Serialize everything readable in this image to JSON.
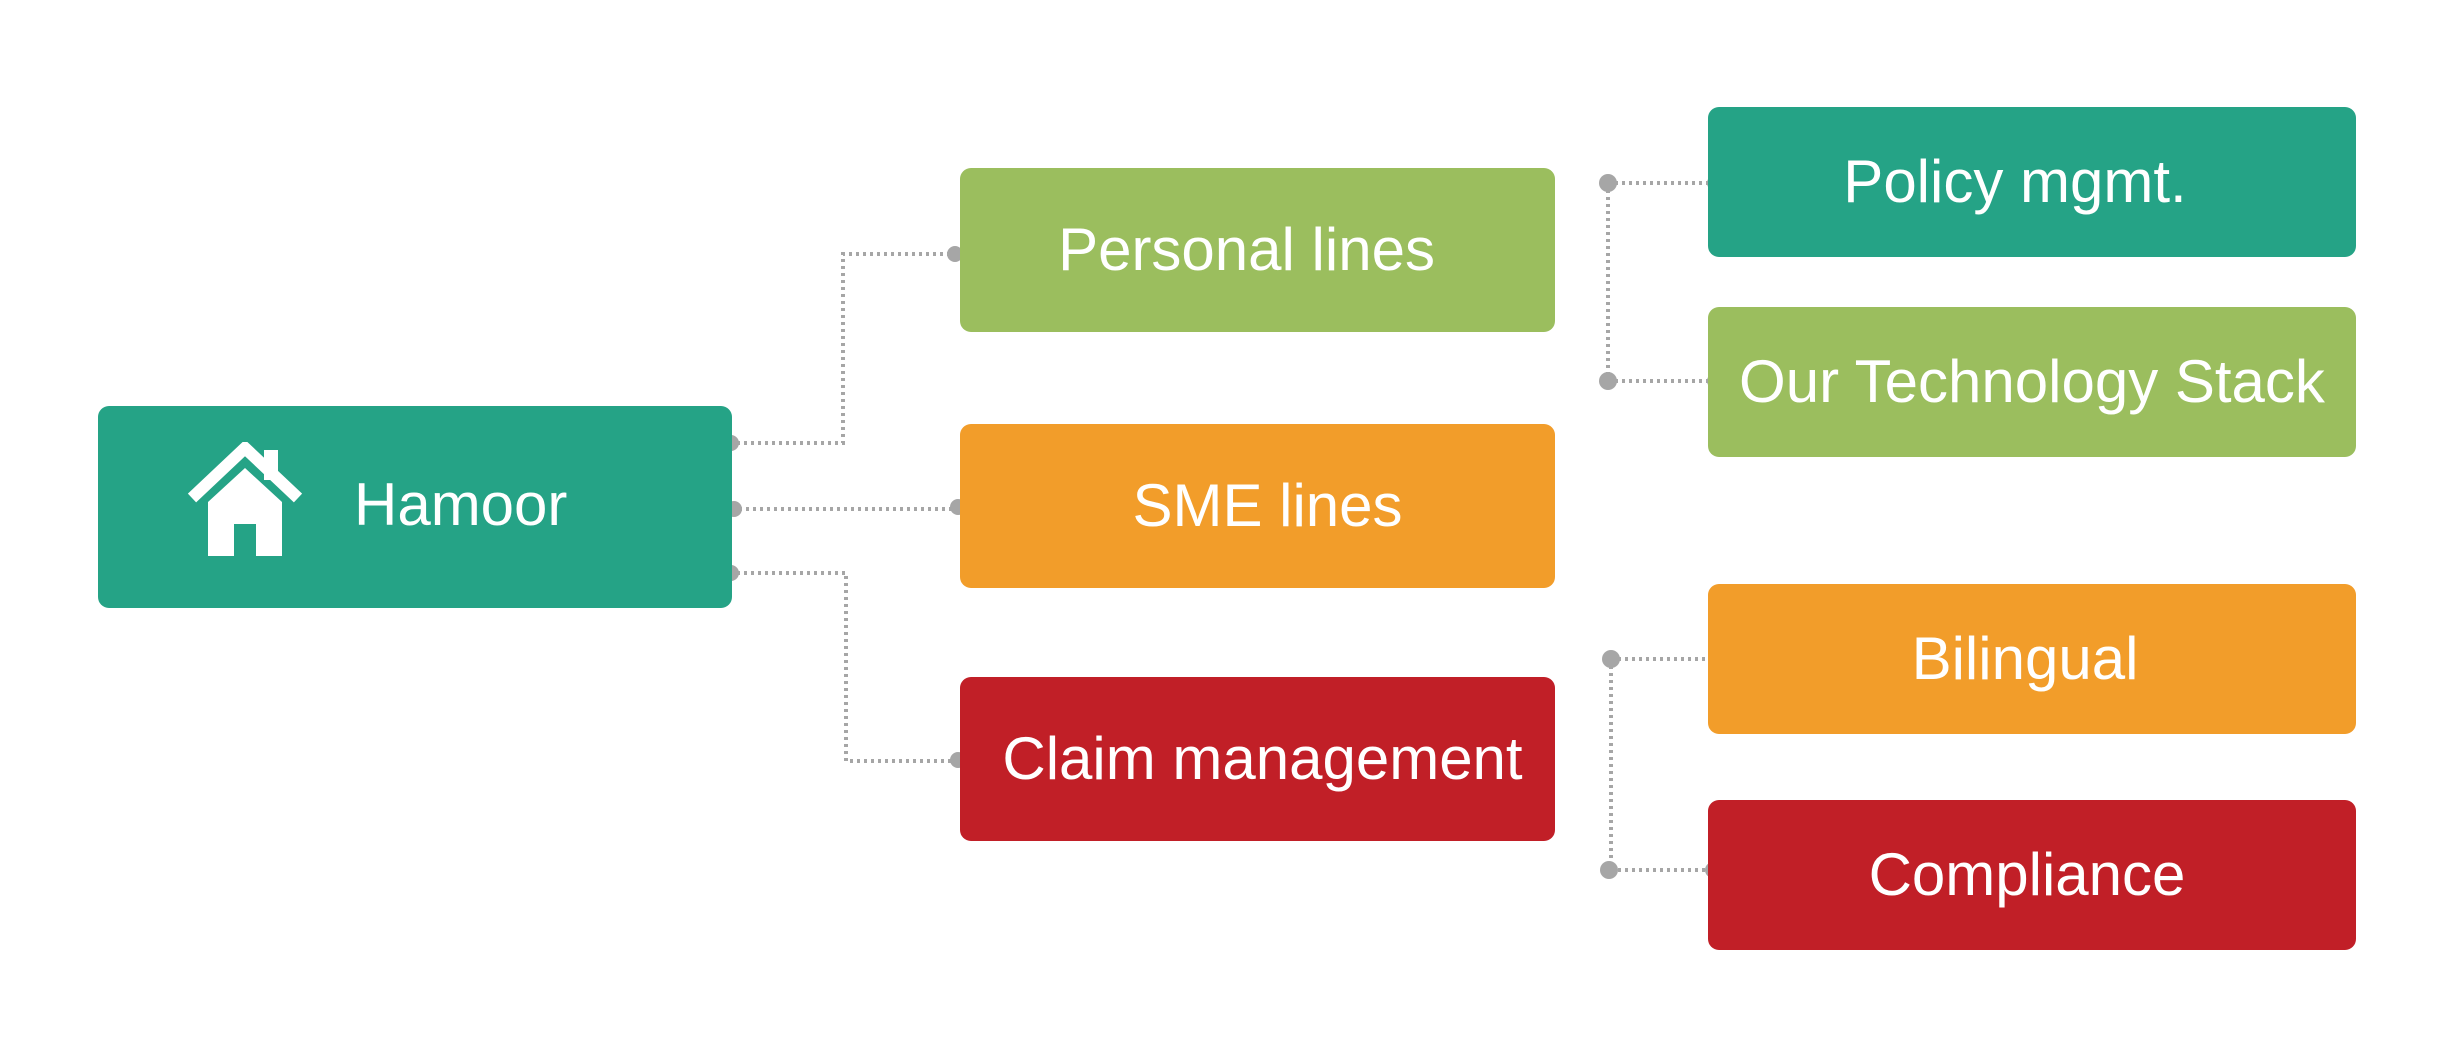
{
  "colors": {
    "teal": "#25A386",
    "green": "#9BBE5E",
    "orange": "#F29D2A",
    "red": "#C11F27",
    "connector": "#A6A6A6",
    "text": "#FFFFFF"
  },
  "diagram": {
    "root": {
      "label": "Hamoor",
      "icon": "home-icon",
      "color": "#25A386"
    },
    "children": [
      {
        "label": "Personal lines",
        "color": "#9BBE5E",
        "children": [
          {
            "label": "Policy mgmt.",
            "color": "#25A386"
          },
          {
            "label": "Our Technology Stack",
            "color": "#9BBE5E"
          }
        ]
      },
      {
        "label": "SME lines",
        "color": "#F29D2A",
        "children": []
      },
      {
        "label": "Claim management",
        "color": "#C11F27",
        "children": [
          {
            "label": "Bilingual",
            "color": "#F29D2A"
          },
          {
            "label": "Compliance",
            "color": "#C11F27"
          }
        ]
      }
    ]
  }
}
